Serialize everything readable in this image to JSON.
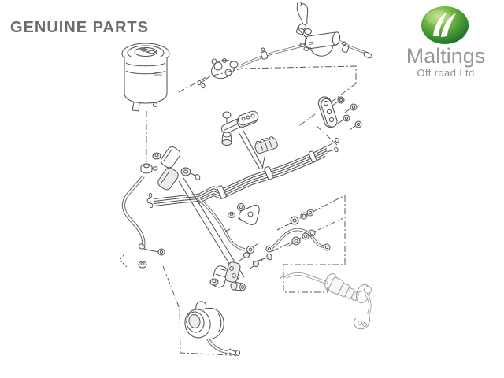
{
  "page": {
    "background": "#ffffff"
  },
  "header": {
    "title": "GENUINE PARTS",
    "title_color": "#6d6d6d"
  },
  "logo": {
    "name": "Maltings",
    "subtitle": "Off road Ltd",
    "text_color": "#95979a",
    "ellipse_green_light": "#a8d96a",
    "ellipse_green_mid": "#4f9e33",
    "ellipse_green_dark": "#145f28",
    "swoosh_color": "#ffffff"
  },
  "diagram": {
    "kind": "exploded parts line drawing of a fuel pipe / filter system",
    "line_color": "#4f4f4f",
    "light_line_color": "#9b9b9b",
    "parts": [
      "fuel-filter-canister",
      "chassis-pipe-assembly",
      "sedimenter-cylinder",
      "mounting-bracket-with-bolts",
      "pipe-clip-blocks",
      "clip-bolt-and-spool",
      "fuel-pipe-bundle",
      "rubber-mounting-pads",
      "union-bracket-with-banjo-bolt",
      "flexible-hoses-with-banjo-eyes",
      "banjo-bolts-and-sealing-washers",
      "pipe-clamp-halves",
      "breather-housing-with-hose",
      "injection-pump-with-lever",
      "dash-dot-reference-boundaries"
    ]
  }
}
